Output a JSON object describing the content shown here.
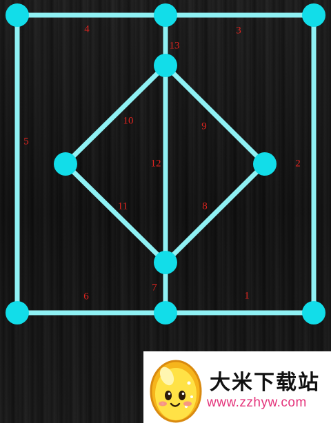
{
  "puzzle": {
    "line_color": "#8ff1f4",
    "node_color": "#12dde9",
    "label_color": "#e0241f",
    "nodes": [
      "top-left",
      "top-middle",
      "top-right",
      "diamond-top",
      "diamond-left",
      "diamond-right",
      "diamond-bottom",
      "bottom-left",
      "bottom-middle",
      "bottom-right"
    ],
    "edges": [
      {
        "label": "1",
        "from": "bottom-middle",
        "to": "bottom-right"
      },
      {
        "label": "2",
        "from": "bottom-right",
        "to": "top-right"
      },
      {
        "label": "3",
        "from": "top-right",
        "to": "top-middle"
      },
      {
        "label": "4",
        "from": "top-middle",
        "to": "top-left"
      },
      {
        "label": "5",
        "from": "top-left",
        "to": "bottom-left"
      },
      {
        "label": "6",
        "from": "bottom-left",
        "to": "bottom-middle"
      },
      {
        "label": "7",
        "from": "bottom-middle",
        "to": "diamond-bottom"
      },
      {
        "label": "8",
        "from": "diamond-bottom",
        "to": "diamond-right"
      },
      {
        "label": "9",
        "from": "diamond-right",
        "to": "diamond-top"
      },
      {
        "label": "10",
        "from": "diamond-top",
        "to": "diamond-left"
      },
      {
        "label": "11",
        "from": "diamond-left",
        "to": "diamond-bottom"
      },
      {
        "label": "12",
        "from": "diamond-top",
        "to": "diamond-bottom"
      },
      {
        "label": "13",
        "from": "diamond-top",
        "to": "top-middle"
      }
    ]
  },
  "watermark": {
    "title": "大米下载站",
    "url": "www.zzhyw.com",
    "url_color": "#e4327a",
    "mascot": "smiling-egg-icon"
  }
}
